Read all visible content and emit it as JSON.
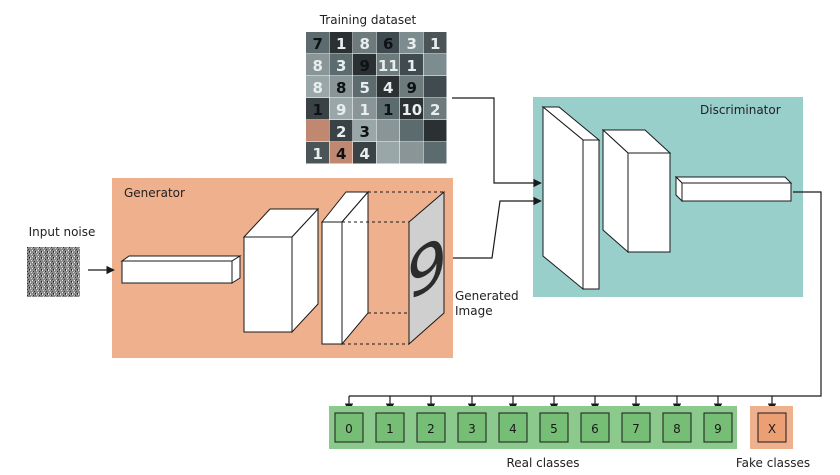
{
  "training": {
    "label": "Training dataset"
  },
  "generator": {
    "label": "Generator",
    "color": "#efb08d"
  },
  "discriminator": {
    "label": "Discriminator",
    "color": "#98cfca"
  },
  "noise": {
    "label": "Input noise"
  },
  "generated": {
    "line1": "Generated",
    "line2": "Image",
    "digit": "9"
  },
  "real_classes": {
    "label": "Real classes",
    "items": [
      "0",
      "1",
      "2",
      "3",
      "4",
      "5",
      "6",
      "7",
      "8",
      "9"
    ],
    "color": "#8cc98c"
  },
  "fake_classes": {
    "label": "Fake classes",
    "items": [
      "X"
    ],
    "color": "#efb08d"
  },
  "dataset_digits": [
    [
      "7",
      "1",
      "8",
      "6",
      "3",
      "1"
    ],
    [
      "8",
      "3",
      "9",
      "11",
      "1",
      ""
    ],
    [
      "8",
      "8",
      "5",
      "4",
      "9",
      ""
    ],
    [
      "1",
      "9",
      "1",
      "1",
      "10",
      "2"
    ],
    [
      "",
      "2",
      "3",
      "",
      "",
      ""
    ],
    [
      "1",
      "4",
      "4",
      "",
      "",
      ""
    ]
  ]
}
